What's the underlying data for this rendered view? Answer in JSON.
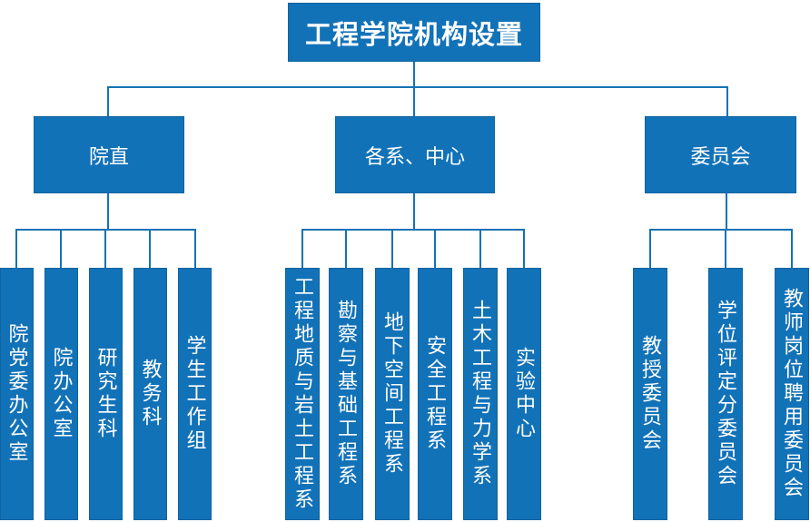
{
  "title": "工程学院机构设置",
  "colors": {
    "node_fill": "#1272b8",
    "node_border": "#0d649f",
    "connector_line": "#1473b4",
    "node_text": "#ffffff",
    "background": "#ffffff"
  },
  "branches": [
    {
      "label": "院直",
      "children": [
        "院党委办公室",
        "院办公室",
        "研究生科",
        "教务科",
        "学生工作组"
      ]
    },
    {
      "label": "各系、中心",
      "children": [
        "工程地质与岩土工程系",
        "勘察与基础工程系",
        "地下空间工程系",
        "安全工程系",
        "土木工程与力学系",
        "实验中心"
      ]
    },
    {
      "label": "委员会",
      "children": [
        "教授委员会",
        "学位评定分委员会",
        "教师岗位聘用委员会"
      ]
    }
  ]
}
